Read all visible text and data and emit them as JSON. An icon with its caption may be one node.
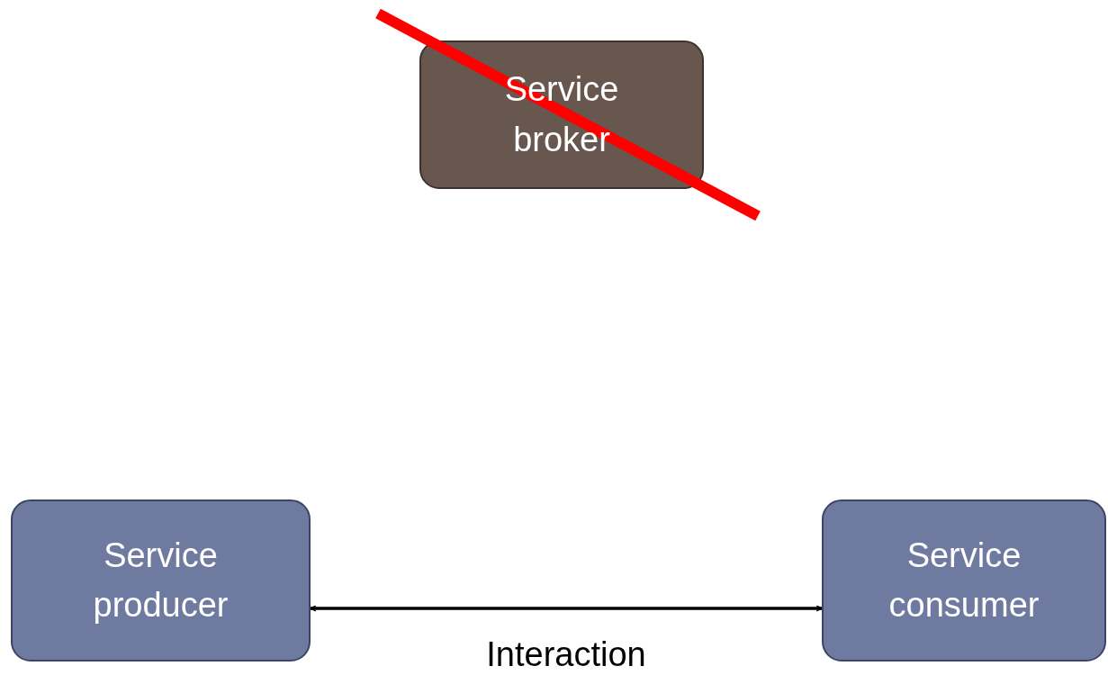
{
  "diagram": {
    "nodes": [
      {
        "text": [
          "Service broker"
        ]
      },
      {
        "text": [
          "Service producer"
        ]
      },
      {
        "text": [
          "Service consumer"
        ]
      }
    ],
    "edges": [
      {
        "from": 1,
        "to": 2,
        "arrow": "both",
        "label": "Interaction"
      }
    ]
  }
}
